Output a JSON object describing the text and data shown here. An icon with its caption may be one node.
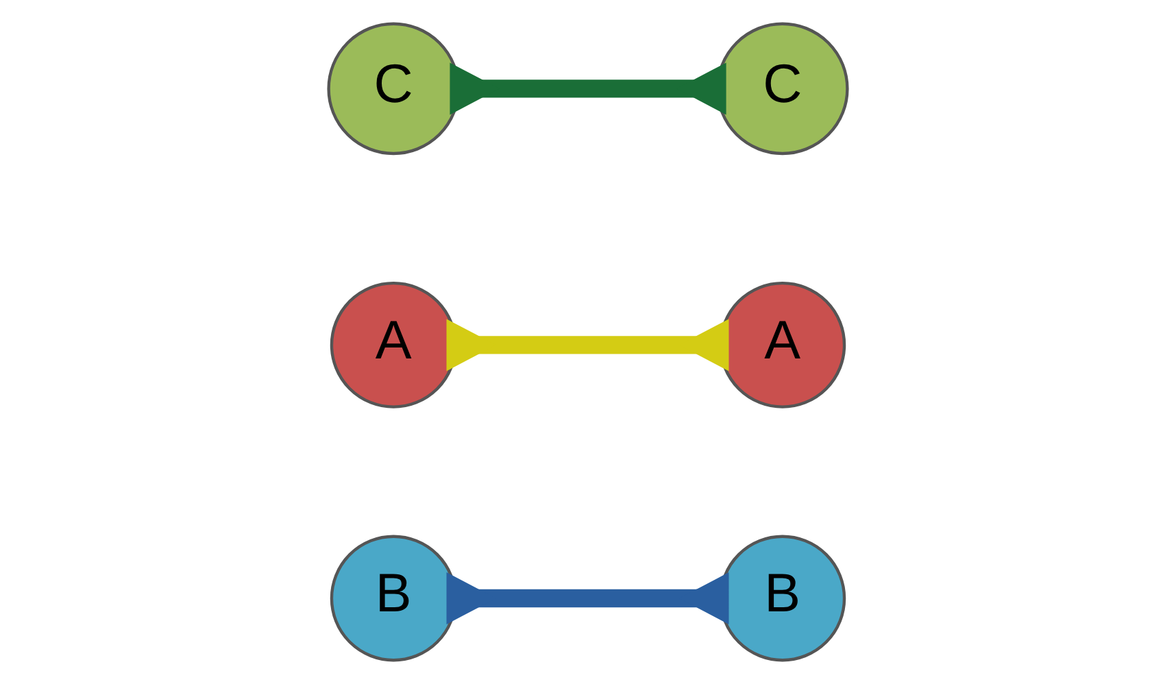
{
  "diagram": {
    "nodes": [
      {
        "text": [
          "B"
        ]
      },
      {
        "text": [
          "A"
        ]
      },
      {
        "text": [
          "A"
        ]
      },
      {
        "text": [
          "C"
        ]
      },
      {
        "text": [
          "C"
        ]
      },
      {
        "text": [
          "B"
        ]
      }
    ],
    "edges": [
      {
        "from": 1,
        "to": 2,
        "arrow": "other",
        "color": "#d4cc14"
      },
      {
        "from": 0,
        "to": 5,
        "arrow": "other",
        "color": "#2a5fa0"
      },
      {
        "from": 3,
        "to": 4,
        "arrow": "other",
        "color": "#1a6e37"
      }
    ]
  }
}
